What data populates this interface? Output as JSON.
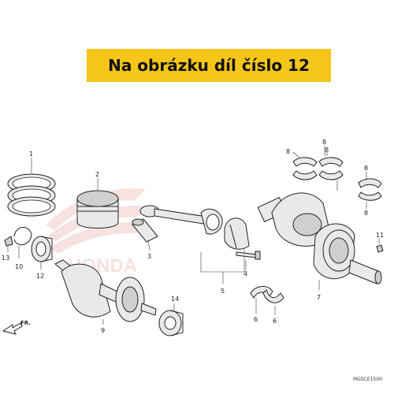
{
  "banner": {
    "text": "Na obrázku díl číslo 12",
    "color": "#f5c518"
  },
  "part_labels": {
    "p1": "1",
    "p2": "2",
    "p3": "3",
    "p4": "4",
    "p5": "5",
    "p6a": "6",
    "p6b": "6",
    "p7": "7",
    "p8a": "8",
    "p8b": "8",
    "p8c": "8",
    "p8d": "8",
    "p8e": "8",
    "p9": "9",
    "p10": "10",
    "p11": "11",
    "p12": "12",
    "p13": "13",
    "p14": "14"
  },
  "direction_label": "FR.",
  "diagram_code": "MGSCE1500",
  "watermark": {
    "brand": "HONDA"
  }
}
